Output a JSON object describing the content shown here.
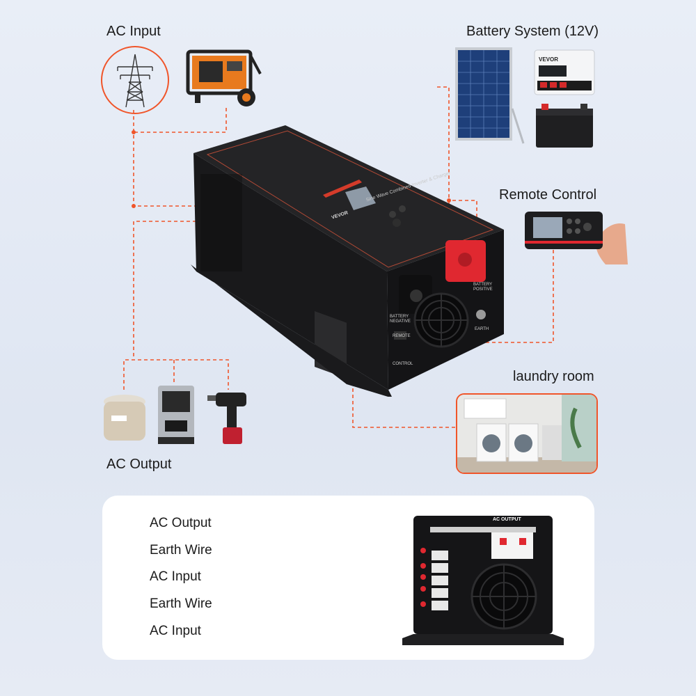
{
  "labels": {
    "ac_input": "AC Input",
    "battery_system": "Battery System (12V)",
    "remote_control": "Remote Control",
    "laundry_room": "laundry room",
    "ac_output": "AC Output"
  },
  "inverter": {
    "brand": "VEVOR",
    "panel_title": "Sine Wave Combined Inverter & Charger",
    "battery_negative": "BATTERY NEGATIVE",
    "battery_positive": "BATTERY POSITIVE",
    "earth": "EARTH",
    "remote": "REMOTE",
    "control": "CONTROL"
  },
  "panel_labels": {
    "ac_output": "AC OUTPUT"
  },
  "wiring": [
    {
      "label": "AC Output"
    },
    {
      "label": "Earth Wire"
    },
    {
      "label": "AC Input"
    },
    {
      "label": "Earth Wire"
    },
    {
      "label": "AC Input"
    }
  ],
  "colors": {
    "accent": "#f0552a",
    "device_body": "#1c1c1e",
    "battery_red": "#e02830"
  }
}
